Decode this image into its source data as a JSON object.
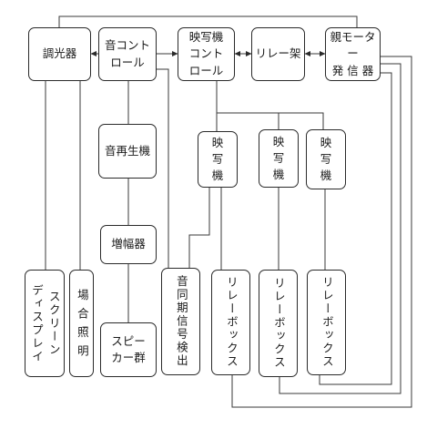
{
  "nodes": {
    "dimmer": "調光器",
    "sound_control": "音コント\nロール",
    "projector_control": "映写機\nコント\nロール",
    "relay_rack": "リレー架",
    "master_motor_generator": "親モーター\n発 信 器",
    "sound_player": "音再生機",
    "amplifier": "増幅器",
    "speaker_group": "スピー\nカー群",
    "projector_1": "映\n写\n機",
    "projector_2": "映\n写\n機",
    "projector_3": "映\n写\n機",
    "screen_display": "スクリーン\nディスプレイ",
    "venue_lighting": "場 合 照 明",
    "sync_detector": "音同期信号検出",
    "relay_box_1": "リレーボックス",
    "relay_box_2": "リレーボックス",
    "relay_box_3": "リレーボックス"
  }
}
